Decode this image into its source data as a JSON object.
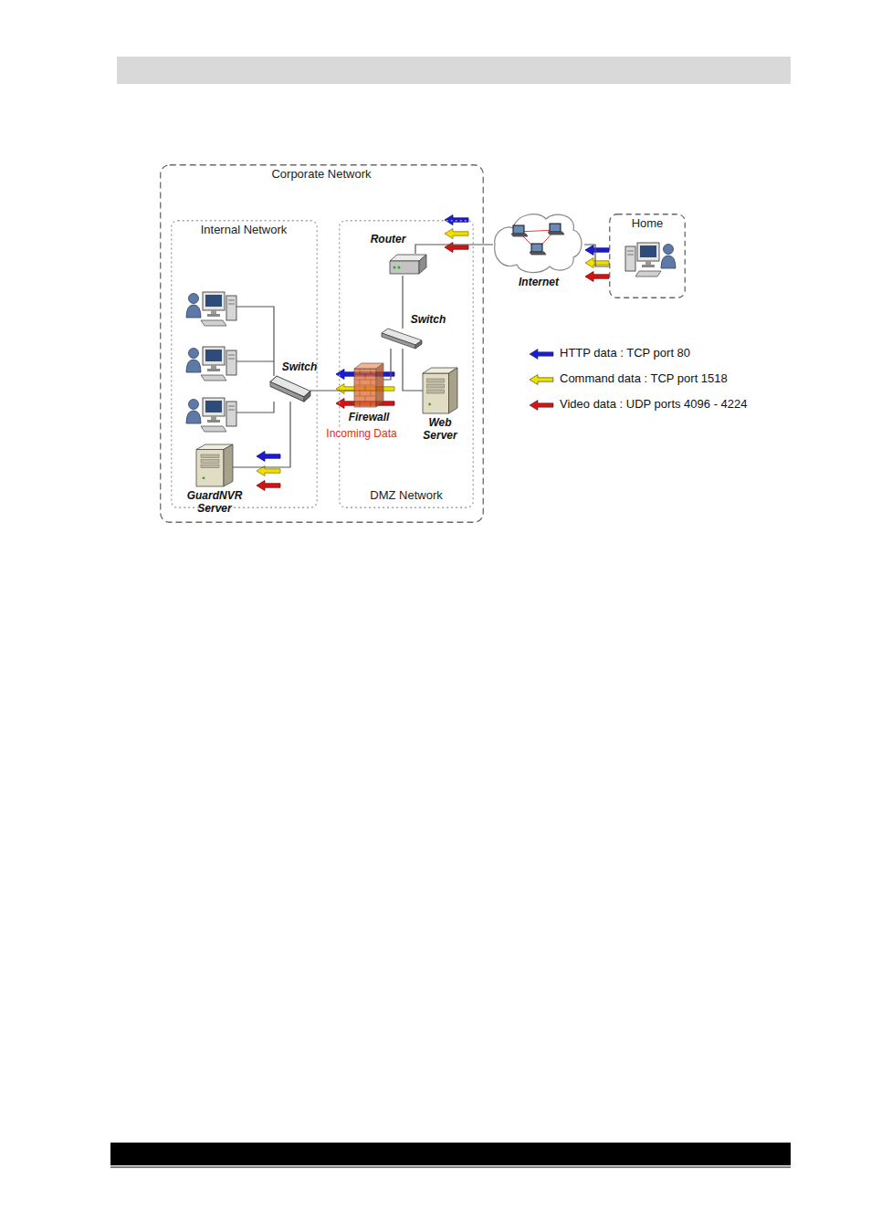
{
  "diagram": {
    "nodes": [
      {
        "text": [
          "Corporate Network"
        ]
      },
      {
        "text": [
          "Internal Network"
        ],
        "in": 0
      },
      {
        "text": [
          "Switch"
        ],
        "in": 1
      },
      {
        "text": [
          "GuardNVR Server"
        ],
        "in": 1
      },
      {
        "text": [
          "DMZ Network"
        ],
        "in": 0
      },
      {
        "text": [
          "Router"
        ],
        "in": 4
      },
      {
        "text": [
          "Switch"
        ],
        "in": 4
      },
      {
        "text": [
          "Firewall",
          "Incoming Data"
        ],
        "in": 4
      },
      {
        "text": [
          "Web Server"
        ],
        "in": 4
      },
      {
        "text": [
          "Internet"
        ]
      },
      {
        "text": [
          "Home"
        ]
      }
    ],
    "edges": [
      {
        "from": 5,
        "to": 9,
        "arrow": "none"
      },
      {
        "from": 5,
        "to": 6,
        "arrow": "none"
      },
      {
        "from": 6,
        "to": 8,
        "arrow": "none"
      },
      {
        "from": 6,
        "to": 7,
        "arrow": "none"
      },
      {
        "from": 7,
        "to": 2,
        "arrow": "none"
      },
      {
        "from": 2,
        "to": 3,
        "arrow": "none"
      },
      {
        "from": 9,
        "to": 10,
        "arrow": "none"
      }
    ],
    "legend": [
      {
        "text": "HTTP data : TCP port 80",
        "color": "#1c1cd6"
      },
      {
        "text": "Command data : TCP port 1518",
        "color": "#f0e000"
      },
      {
        "text": "Video data : UDP ports 4096 - 4224",
        "color": "#d41414"
      }
    ]
  }
}
